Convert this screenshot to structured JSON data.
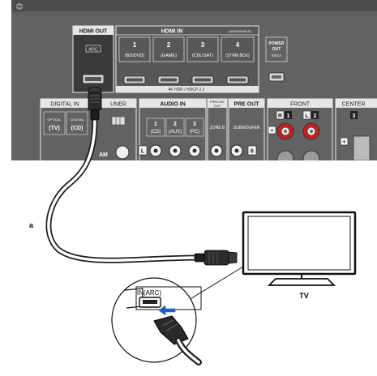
{
  "panel": {
    "hdmi_out": {
      "title": "HDMI OUT",
      "arc": "ARC"
    },
    "hdmi_in": {
      "title": "HDMI IN",
      "assignable": "(ASSIGNABLE)",
      "inputs": [
        {
          "num": "1",
          "name": "(BD/DVD)"
        },
        {
          "num": "2",
          "name": "(GAME)"
        },
        {
          "num": "3",
          "name": "(CBL/SAT)"
        },
        {
          "num": "4",
          "name": "(STRM BOX)"
        }
      ],
      "note": "4K HDR / HDCP 2.2"
    },
    "power_out": {
      "line1": "POWER",
      "line2": "OUT",
      "line3": "5V/1A"
    },
    "digital": {
      "title": "DIGITAL IN",
      "tuner": "UNER",
      "optical": "OPTICAL",
      "optical_src": "(TV)",
      "coaxial": "COAXIAL",
      "coaxial_src": "(CD)",
      "am": "AM"
    },
    "audio_in": {
      "title": "AUDIO IN",
      "inputs": [
        {
          "num": "1",
          "name": "(CD)"
        },
        {
          "num": "2",
          "name": "(AUX)"
        },
        {
          "num": "3",
          "name": "(PC)"
        }
      ],
      "l": "L"
    },
    "pre_line": {
      "title1": "PRE/LINE",
      "title2": "OUT",
      "zone": "ZONE B"
    },
    "pre_out": {
      "title": "PRE OUT",
      "sub": "SUBWOOFER",
      "num": "6"
    },
    "front": {
      "title": "FRONT",
      "r": "R",
      "r_num": "1",
      "l": "L",
      "l_num": "2"
    },
    "center": {
      "title": "CENTER",
      "num": "3"
    }
  },
  "callout": {
    "port": "IN(ARC)"
  },
  "labels": {
    "cable": "a",
    "tv": "TV"
  }
}
